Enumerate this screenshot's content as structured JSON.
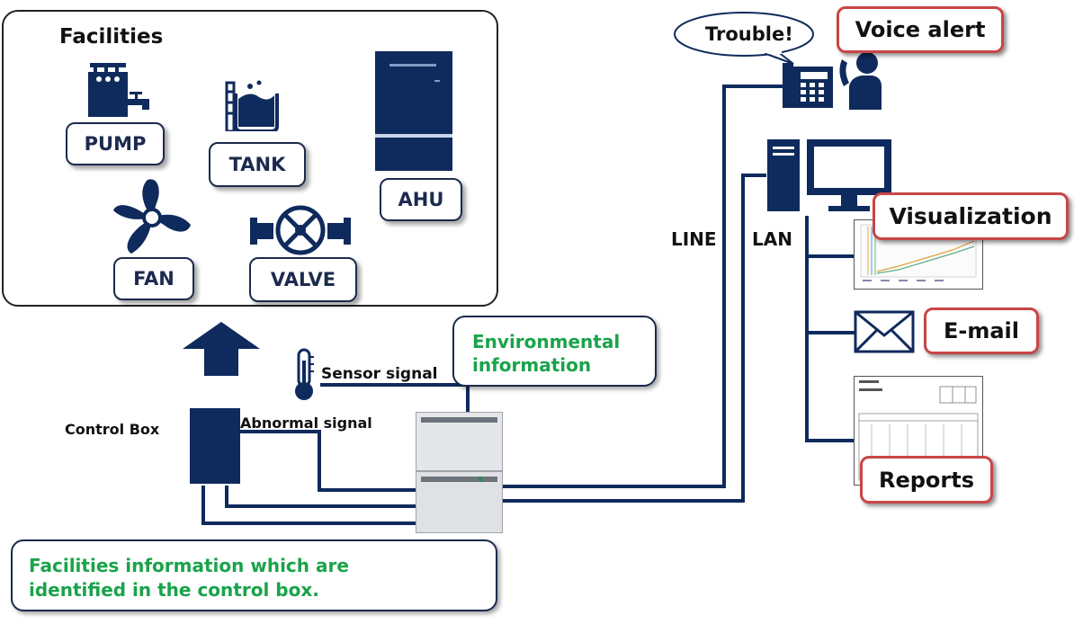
{
  "facilities": {
    "title": "Facilities",
    "pump": "PUMP",
    "tank": "TANK",
    "ahu": "AHU",
    "fan": "FAN",
    "valve": "VALVE"
  },
  "signals": {
    "sensor": "Sensor signal",
    "abnormal": "Abnormal signal",
    "control_box": "Control Box"
  },
  "environmental_info": {
    "line1": "Environmental",
    "line2": "information"
  },
  "facilities_info": {
    "line1": "Facilities information which are",
    "line2": "identified in the control box."
  },
  "network": {
    "line": "LINE",
    "lan": "LAN"
  },
  "outputs": {
    "trouble": "Trouble!",
    "voice_alert": "Voice alert",
    "visualization": "Visualization",
    "email": "E-mail",
    "reports": "Reports"
  },
  "colors": {
    "navy": "#0f2a5c",
    "alert_red": "#c84646",
    "info_green": "#1aa34a"
  }
}
